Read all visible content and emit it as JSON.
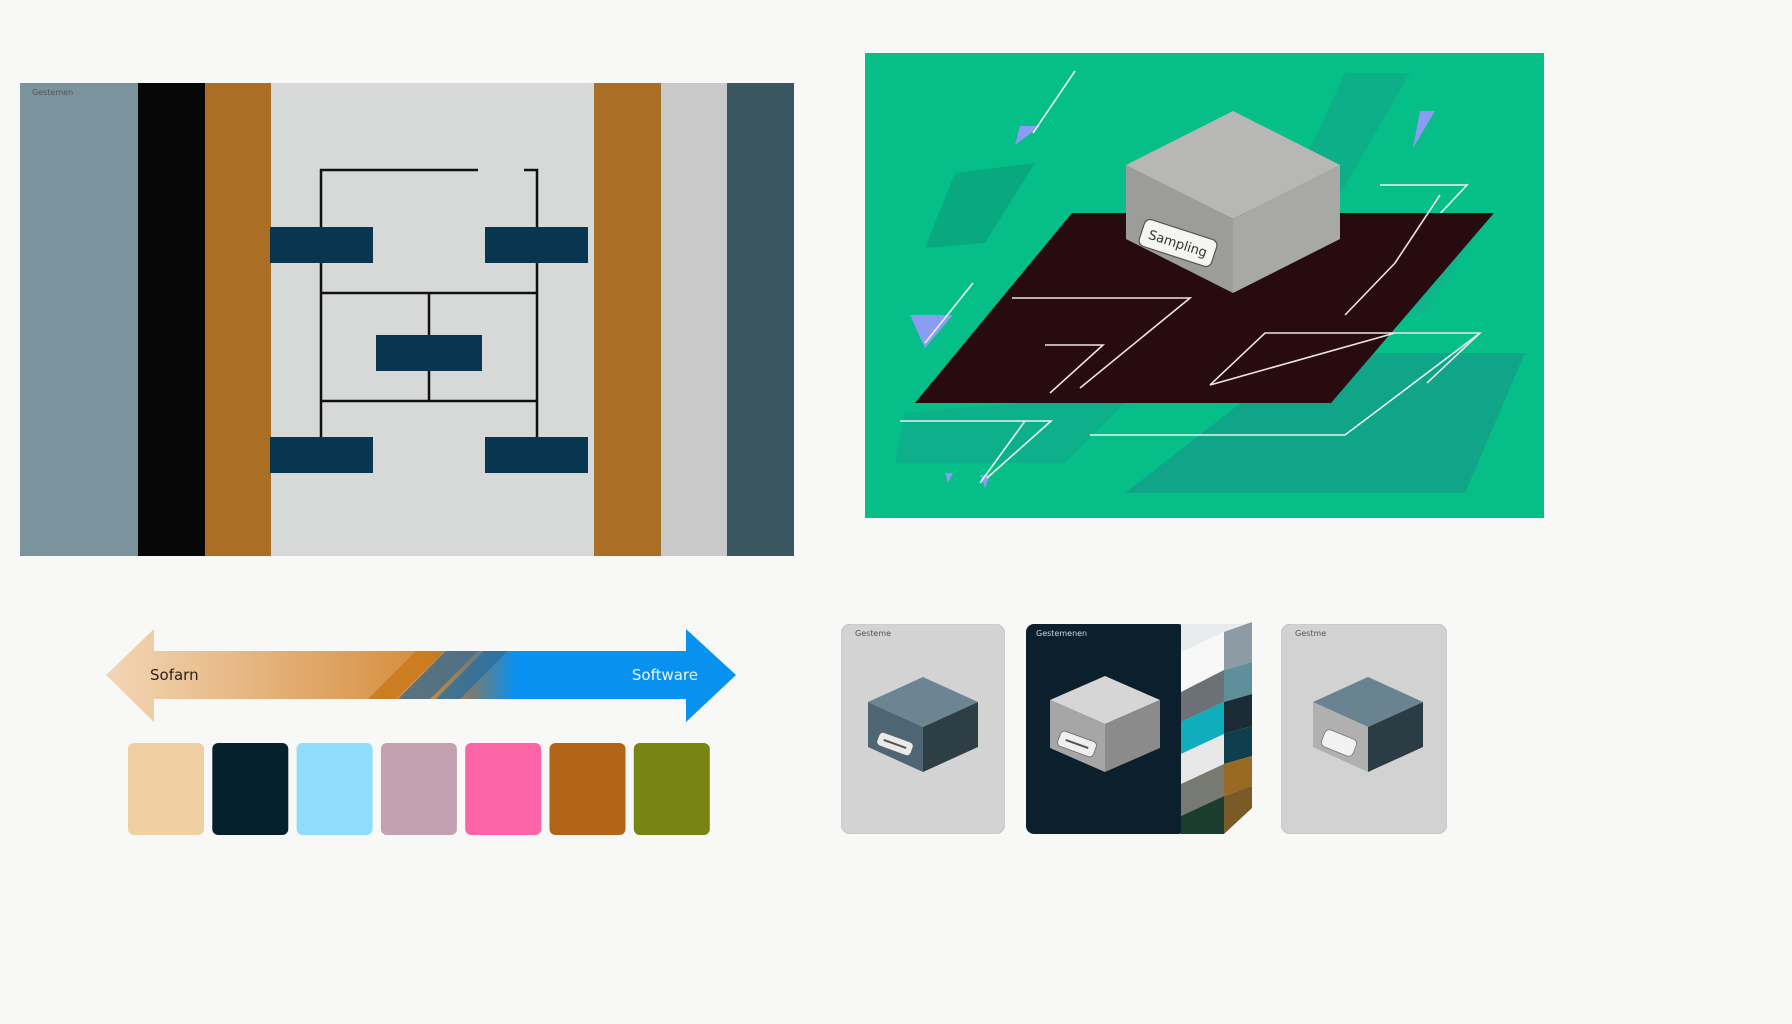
{
  "panel_striped": {
    "caption": "Gestemen",
    "colors": {
      "slate": "#7a939c",
      "black": "#070707",
      "ochre": "#aa6e25",
      "light": "#d7d8d8",
      "silver": "#c9c9c9",
      "teal_dark": "#3a5661",
      "box": "#083650",
      "line": "#111111"
    }
  },
  "panel_isometric": {
    "box_label": "Sampling",
    "colors": {
      "background": "#06bf88",
      "platform": "#280b0f",
      "box_top": "#b7b7b5",
      "box_left": "#9c9c9a",
      "box_right": "#a8a8a6",
      "accent_violet": "#8a9cf4"
    }
  },
  "arrow": {
    "left_label": "Sofarn",
    "right_label": "Software",
    "colors": {
      "left": "#f2d6b6",
      "mid": "#d48e3c",
      "right": "#0891ef"
    }
  },
  "palette": {
    "swatches": [
      "#f0cfa5",
      "#06202e",
      "#8fdcfc",
      "#c4a1b1",
      "#fb64a6",
      "#b26516",
      "#788515"
    ]
  },
  "cards": [
    {
      "caption": "Gesteme",
      "colors": {
        "bg": "#d3d3d3",
        "box_top": "#6d8593",
        "box_left": "#4e6673",
        "box_right": "#2e3e45"
      }
    },
    {
      "caption": "Gestemenen",
      "colors": {
        "bg": "#0b1f2d",
        "box_top": "#d6d6d6",
        "box_left": "#a6a6a6",
        "box_right": "#8b8b8b"
      }
    },
    {
      "caption": "Gestme",
      "colors": {
        "bg": "#d2d2d2",
        "box_top": "#6a8390",
        "box_left": "#b0b0b0",
        "box_right": "#2c3c44"
      }
    }
  ]
}
